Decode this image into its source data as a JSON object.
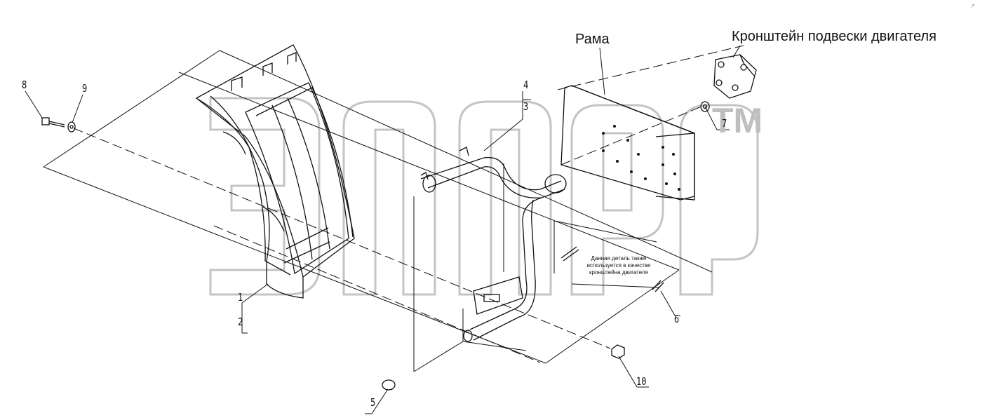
{
  "labels": {
    "frame": "Рама",
    "engine_bracket": "Кронштейн подвески двигателя",
    "note": "Данная деталь также используется в качестве кронштейна двигателя"
  },
  "callouts": [
    "1",
    "2",
    "3",
    "4",
    "5",
    "6",
    "7",
    "8",
    "9",
    "10"
  ],
  "watermark": {
    "text": "TM",
    "color": "#bfbfbf"
  },
  "colors": {
    "line": "#111111",
    "watermark": "#c4c4c4"
  },
  "icons": [
    "bolt-icon",
    "washer-icon",
    "nut-icon",
    "fender-icon",
    "bracket-tube-icon",
    "frame-rail-icon",
    "engine-mount-icon"
  ]
}
